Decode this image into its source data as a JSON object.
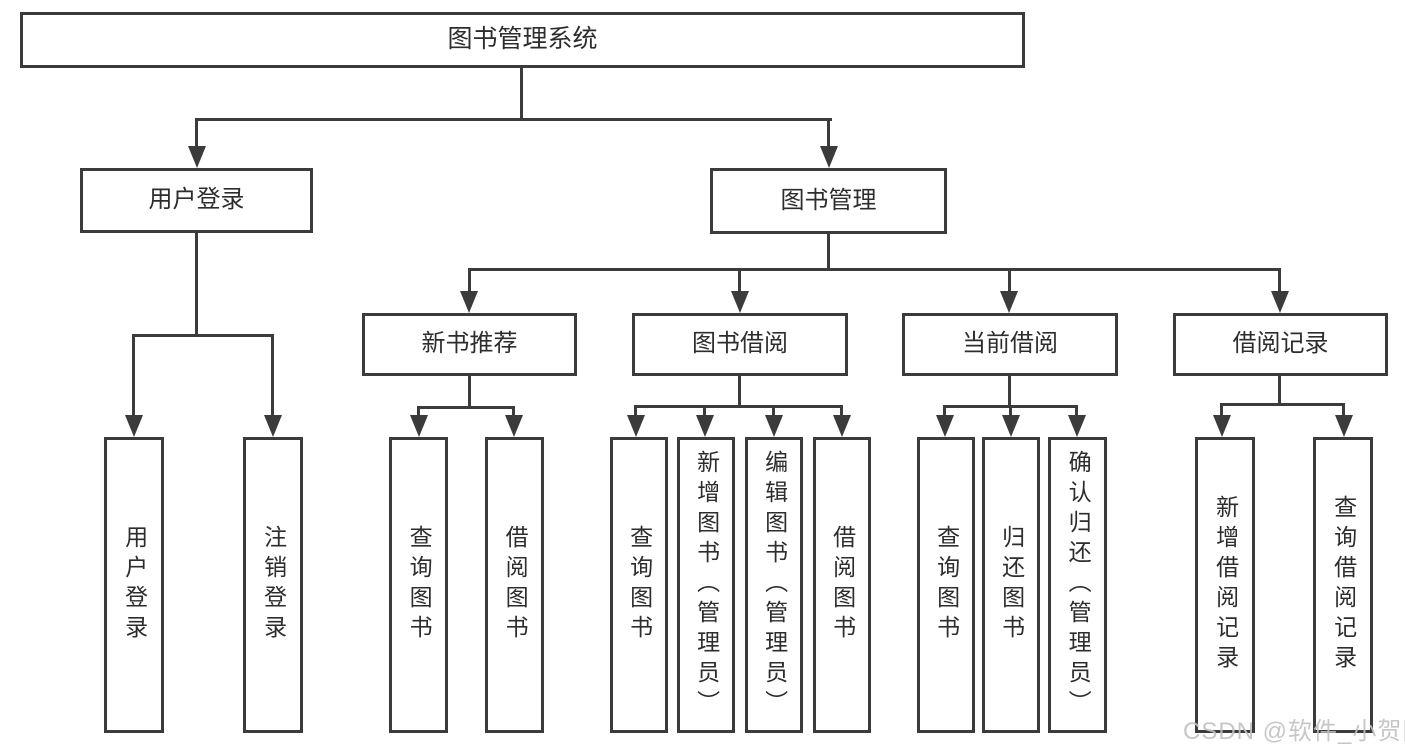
{
  "diagram": {
    "title": "图书管理系统",
    "root": {
      "label": "图书管理系统"
    },
    "level2": [
      {
        "label": "用户登录"
      },
      {
        "label": "图书管理"
      }
    ],
    "level3": [
      {
        "label": "新书推荐",
        "parent": "图书管理"
      },
      {
        "label": "图书借阅",
        "parent": "图书管理"
      },
      {
        "label": "当前借阅",
        "parent": "图书管理"
      },
      {
        "label": "借阅记录",
        "parent": "图书管理"
      }
    ],
    "leaves": [
      {
        "label": "用户登录",
        "parent": "用户登录"
      },
      {
        "label": "注销登录",
        "parent": "用户登录"
      },
      {
        "label": "查询图书",
        "parent": "新书推荐"
      },
      {
        "label": "借阅图书",
        "parent": "新书推荐"
      },
      {
        "label": "查询图书",
        "parent": "图书借阅"
      },
      {
        "label": "新增图书（管理员）",
        "parent": "图书借阅"
      },
      {
        "label": "编辑图书（管理员）",
        "parent": "图书借阅"
      },
      {
        "label": "借阅图书",
        "parent": "图书借阅"
      },
      {
        "label": "查询图书",
        "parent": "当前借阅"
      },
      {
        "label": "归还图书",
        "parent": "当前借阅"
      },
      {
        "label": "确认归还（管理员）",
        "parent": "当前借阅"
      },
      {
        "label": "新增借阅记录",
        "parent": "借阅记录"
      },
      {
        "label": "查询借阅记录",
        "parent": "借阅记录"
      }
    ]
  },
  "watermark": {
    "text": "CSDN @软件_小贺同学"
  },
  "colors": {
    "line": "#3b3b3b",
    "text": "#2d2d2d",
    "background": "#ffffff",
    "watermark": "#c2c2c2"
  }
}
